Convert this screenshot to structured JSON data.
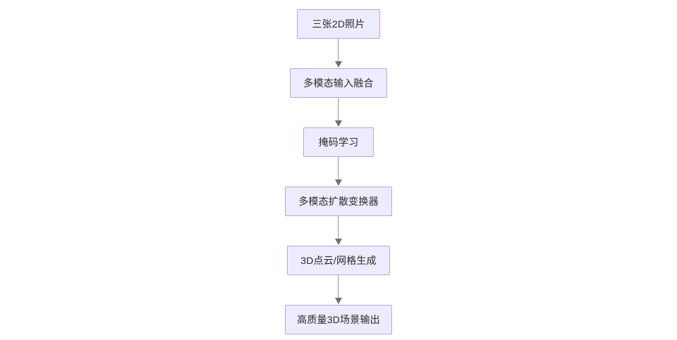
{
  "diagram": {
    "type": "flowchart",
    "orientation": "top-to-bottom",
    "background_color": "#ffffff",
    "node_fill_color": "#ececfe",
    "node_border_color": "#b9a4e0",
    "node_text_color": "#2b2b2b",
    "connector_color": "#8e8e8e",
    "nodes": [
      {
        "id": "n1",
        "label": "三张2D照片"
      },
      {
        "id": "n2",
        "label": "多模态输入融合"
      },
      {
        "id": "n3",
        "label": "掩码学习"
      },
      {
        "id": "n4",
        "label": "多模态扩散变换器"
      },
      {
        "id": "n5",
        "label": "3D点云/网格生成"
      },
      {
        "id": "n6",
        "label": "高质量3D场景输出"
      }
    ],
    "edges": [
      {
        "id": "e1",
        "from": "n1",
        "to": "n2",
        "arrow": "down-arrow"
      },
      {
        "id": "e2",
        "from": "n2",
        "to": "n3",
        "arrow": "down-arrow"
      },
      {
        "id": "e3",
        "from": "n3",
        "to": "n4",
        "arrow": "down-arrow"
      },
      {
        "id": "e4",
        "from": "n4",
        "to": "n5",
        "arrow": "down-arrow"
      },
      {
        "id": "e5",
        "from": "n5",
        "to": "n6",
        "arrow": "down-arrow"
      }
    ]
  }
}
